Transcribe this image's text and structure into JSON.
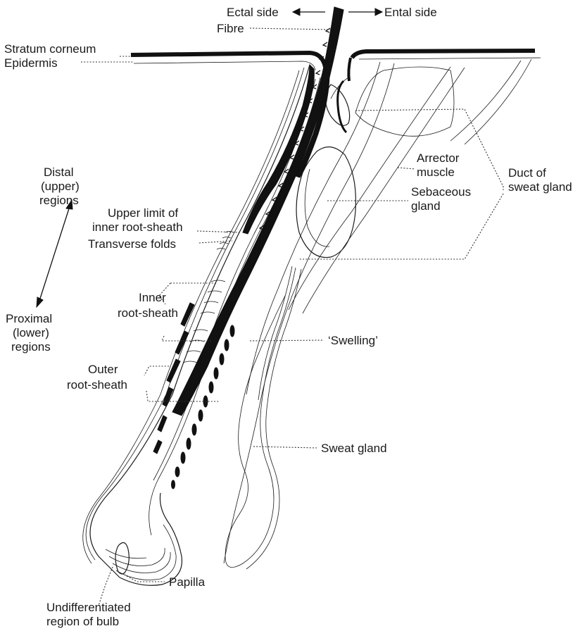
{
  "labels": {
    "ectal_side": "Ectal side",
    "ental_side": "Ental side",
    "fibre": "Fibre",
    "stratum_corneum": "Stratum corneum",
    "epidermis": "Epidermis",
    "distal_1": "Distal",
    "distal_2": "(upper)",
    "distal_3": "regions",
    "proximal_1": "Proximal",
    "proximal_2": "(lower)",
    "proximal_3": "regions",
    "upper_limit_1": "Upper limit of",
    "upper_limit_2": "inner root-sheath",
    "transverse_folds": "Transverse folds",
    "inner_root_1": "Inner",
    "inner_root_2": "root-sheath",
    "outer_root_1": "Outer",
    "outer_root_2": "root-sheath",
    "arrector_1": "Arrector",
    "arrector_2": "muscle",
    "duct_1": "Duct of",
    "duct_2": "sweat gland",
    "sebaceous_1": "Sebaceous",
    "sebaceous_2": "gland",
    "swelling": "‘Swelling’",
    "sweat_gland": "Sweat gland",
    "papilla": "Papilla",
    "undiff_1": "Undifferentiated",
    "undiff_2": "region of bulb"
  },
  "colors": {
    "ink": "#111111",
    "background": "#ffffff"
  }
}
